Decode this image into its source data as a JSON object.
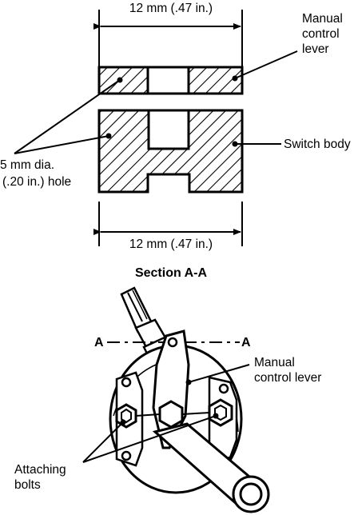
{
  "section": {
    "dim_top": "12 mm (.47 in.)",
    "dim_bottom": "12 mm (.47 in.)",
    "lever_label": [
      "Manual",
      "control",
      "lever"
    ],
    "body_label": "Switch body",
    "hole_label": [
      "5 mm dia.",
      "(.20 in.) hole"
    ],
    "title": "Section A-A"
  },
  "assembly": {
    "section_mark_left": "A",
    "section_mark_right": "A",
    "lever_label": [
      "Manual",
      "control lever"
    ],
    "bolts_label": [
      "Attaching",
      "bolts"
    ]
  }
}
